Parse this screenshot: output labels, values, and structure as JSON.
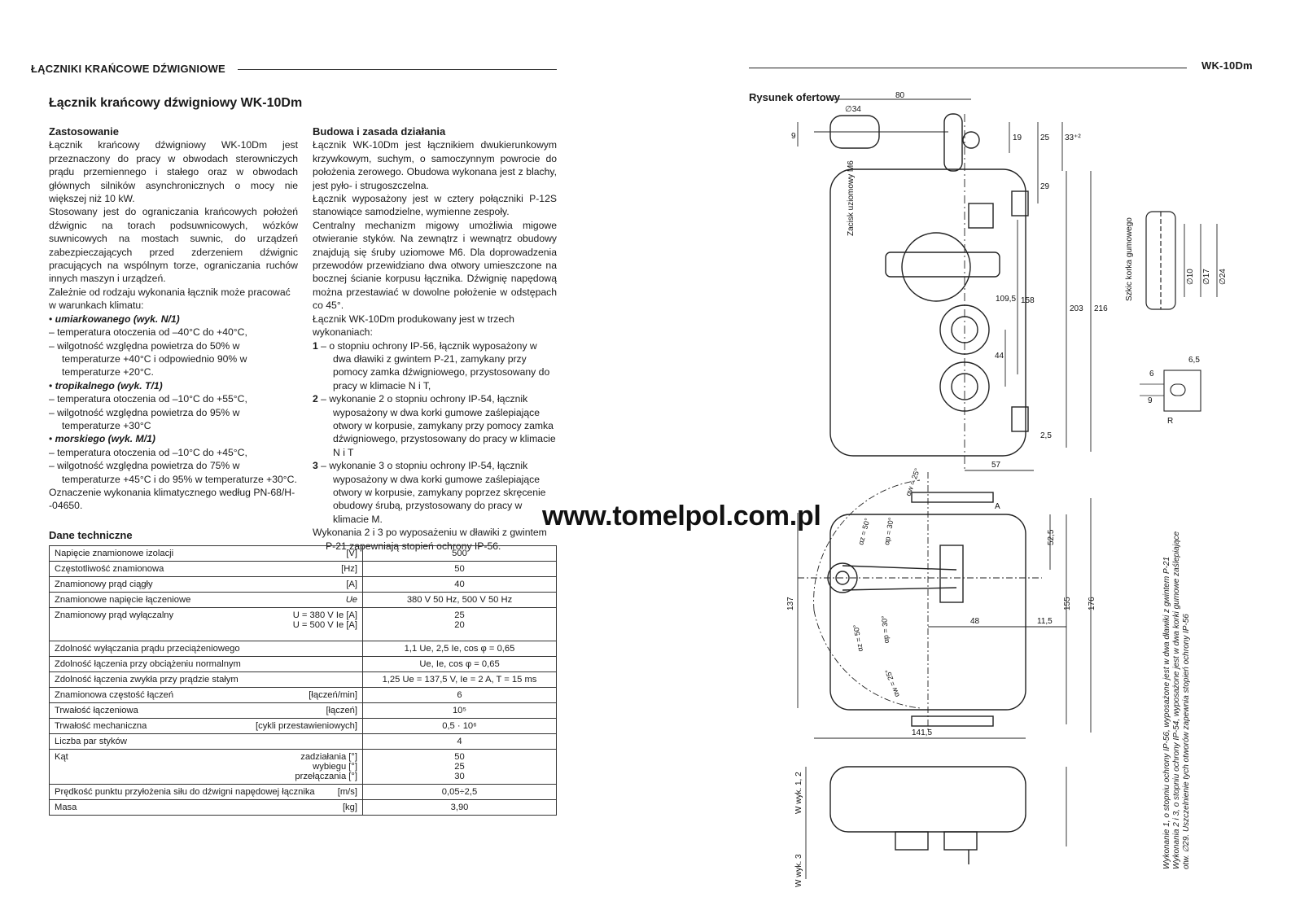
{
  "left_header": "ŁĄCZNIKI KRAŃCOWE DŹWIGNIOWE",
  "right_header": "WK-10Dm",
  "title": "Łącznik krańcowy dźwigniowy WK-10Dm",
  "zastosowanie": {
    "heading": "Zastosowanie",
    "p1": "Łącznik krańcowy dźwigniowy WK-10Dm jest przeznaczony do pracy w obwodach sterowniczych prądu przemiennego i stałego oraz w obwodach głównych silników asynchronicznych o mocy nie większej niż 10 kW.",
    "p2": "Stosowany jest do ograniczania krańcowych położeń dźwignic na torach podsuwnicowych, wózków suwnicowych na mostach suwnic, do urządzeń zabezpieczających przed zderzeniem dźwignic pracujących na wspólnym torze, ograniczania ruchów innych maszyn i urządzeń.",
    "p3": "Zależnie od rodzaju wykonania łącznik może pracować w warunkach klimatu:",
    "b1": "umiarkowanego (wyk. N/1)",
    "b1_l1": "temperatura otoczenia od –40°C do +40°C,",
    "b1_l2": "wilgotność względna powietrza do 50% w temperaturze +40°C i odpowiednio 90% w temperaturze +20°C.",
    "b2": "tropikalnego (wyk. T/1)",
    "b2_l1": "temperatura otoczenia od –10°C do +55°C,",
    "b2_l2": "wilgotność względna powietrza do 95% w temperaturze +30°C",
    "b3": "morskiego (wyk. M/1)",
    "b3_l1": "temperatura otoczenia od –10°C do +45°C,",
    "b3_l2": "wilgotność względna powietrza do 75% w temperaturze +45°C i do 95% w temperaturze +30°C.",
    "p4": "Oznaczenie wykonania klimatycznego według PN-68/H--04650."
  },
  "budowa": {
    "heading": "Budowa i zasada działania",
    "p1": "Łącznik WK-10Dm jest łącznikiem dwukierunkowym krzywkowym, suchym, o samoczynnym powrocie do położenia zerowego. Obudowa wykonana jest z blachy, jest pyło- i strugoszczelna.",
    "p2": "Łącznik wyposażony jest w cztery połączniki P-12S stanowiące samodzielne, wymienne zespoły.",
    "p3": "Centralny mechanizm migowy umożliwia migowe otwieranie styków. Na zewnątrz i wewnątrz obudowy znajdują się śruby uziomowe M6. Dla doprowadzenia przewodów przewidziano dwa otwory umieszczone na bocznej ścianie korpusu łącznika. Dźwignię napędową można przestawiać w dowolne położenie w odstępach co 45°.",
    "p4": "Łącznik WK-10Dm produkowany jest w trzech wykonaniach:",
    "n1": "1",
    "i1": "– o stopniu ochrony IP-56, łącznik wyposażony w dwa dławiki z gwintem P-21, zamykany przy pomocy zamka dźwigniowego, przystosowany do pracy w klimacie N i T,",
    "n2": "2",
    "i2": "– wykonanie 2 o stopniu ochrony IP-54, łącznik wyposażony w dwa korki gumowe zaślepiające otwory w korpusie, zamykany przy pomocy zamka dźwigniowego, przystosowany do pracy w klimacie N i T",
    "n3": "3",
    "i3": "– wykonanie 3 o stopniu ochrony IP-54, łącznik wyposażony w dwa korki gumowe zaślepiające otwory w korpusie, zamykany poprzez skręcenie obudowy śrubą, przystosowany do pracy w klimacie M.",
    "p5": "Wykonania 2 i 3 po wyposażeniu w dławiki z gwintem P-21 zapewniają stopień ochrony IP-56."
  },
  "dane": {
    "heading": "Dane techniczne",
    "rows": [
      {
        "param": "Napięcie znamionowe izolacji",
        "unit": "[V]",
        "value": "500"
      },
      {
        "param": "Częstotliwość znamionowa",
        "unit": "[Hz]",
        "value": "50"
      },
      {
        "param": "Znamionowy prąd ciągły",
        "unit": "[A]",
        "value": "40"
      },
      {
        "param": "Znamionowe napięcie łączeniowe",
        "unit": "Ue",
        "value": "380 V 50 Hz, 500 V 50 Hz"
      },
      {
        "param": "Zdolność wyłączania prądu przeciążeniowego",
        "unit": "",
        "value": "1,1 Ue, 2,5 Ie, cos φ = 0,65"
      },
      {
        "param": "Zdolność łączenia przy obciążeniu normalnym",
        "unit": "",
        "value": "Ue, Ie, cos φ = 0,65"
      },
      {
        "param": "Zdolność łączenia zwykła przy prądzie stałym",
        "unit": "",
        "value": "1,25 Ue = 137,5 V, Ie = 2 A, T = 15 ms"
      },
      {
        "param": "Znamionowa częstość łączeń",
        "unit": "[łączeń/min]",
        "value": "6"
      },
      {
        "param": "Trwałość łączeniowa",
        "unit": "[łączeń]",
        "value": "10⁵"
      },
      {
        "param": "Trwałość mechaniczna",
        "unit": "[cykli przestawieniowych]",
        "value": "0,5 · 10⁶"
      },
      {
        "param": "Liczba par styków",
        "unit": "",
        "value": "4"
      },
      {
        "param": "Prędkość punktu przyłożenia siłu do dźwigni napędowej łącznika",
        "unit": "[m/s]",
        "value": "0,05÷2,5"
      },
      {
        "param": "Masa",
        "unit": "[kg]",
        "value": "3,90"
      }
    ],
    "breaking": {
      "param": "Znamionowy prąd wyłączalny",
      "u1": "U = 380 V Ie [A]",
      "u2": "U = 500 V Ie [A]",
      "v1": "25",
      "v2": "20"
    },
    "angle": {
      "param": "Kąt",
      "u1": "zadziałania [°]",
      "u2": "wybiegu [°]",
      "u3": "przełączania [°]",
      "v1": "50",
      "v2": "25",
      "v3": "30"
    }
  },
  "watermark": "www.tomelpol.com.pl",
  "drawing": {
    "title": "Rysunek ofertowy",
    "dims": [
      "80",
      "∅34",
      "9",
      "19",
      "25",
      "33⁺²",
      "29",
      "109,5",
      "158",
      "203",
      "216",
      "44",
      "2,5",
      "57",
      "52,5",
      "155",
      "176",
      "137",
      "48",
      "11,5",
      "141,5",
      "6,5",
      "6",
      "9",
      "R",
      "∅10",
      "∅17",
      "∅24"
    ],
    "labels": {
      "zacisk": "Zacisk uziomowy M6",
      "szkic": "Szkic korka gumowego",
      "w12": "W wyk. 1, 2",
      "w3": "W wyk. 3",
      "a": "A",
      "az50": "αz = 50°",
      "ap30": "αp = 30°",
      "aw25": "αw = 25°"
    },
    "note1": "Wykonanie 1, o stopniu ochrony IP-56, wyposażone jest w dwa dławiki z gwintem P-21",
    "note2": "Wykonania 2 i 3, o stopniu ochrony IP-54, wyposażone jest w dwa korki gumowe zaślepiające",
    "note3": "otw. ∅29. Uszczelnienie tych otworów zapewnia stopień ochrony IP-56"
  }
}
